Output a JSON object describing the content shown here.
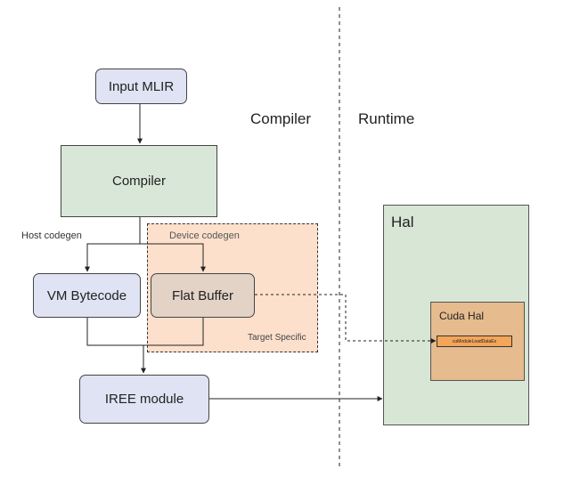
{
  "sections": {
    "compiler_label": "Compiler",
    "runtime_label": "Runtime"
  },
  "nodes": {
    "input_mlir": "Input MLIR",
    "compiler": "Compiler",
    "vm_bytecode": "VM Bytecode",
    "flat_buffer": "Flat Buffer",
    "iree_module": "IREE module",
    "hal": "Hal",
    "cuda_hal": "Cuda Hal",
    "cu_module_load": "cuModuleLoadDataEx"
  },
  "edge_labels": {
    "host_codegen": "Host codegen",
    "device_codegen": "Device codegen",
    "target_specific": "Target Specific"
  },
  "colors": {
    "input_fill": "#dfe3f3",
    "compiler_fill": "#d9e7d8",
    "target_region_fill": "#fde0cc",
    "flat_buffer_fill": "#e3d2c6",
    "hal_fill": "#d8e6d6",
    "cuda_hal_fill": "#e6bb8e",
    "cu_call_fill": "#f3a55a"
  }
}
